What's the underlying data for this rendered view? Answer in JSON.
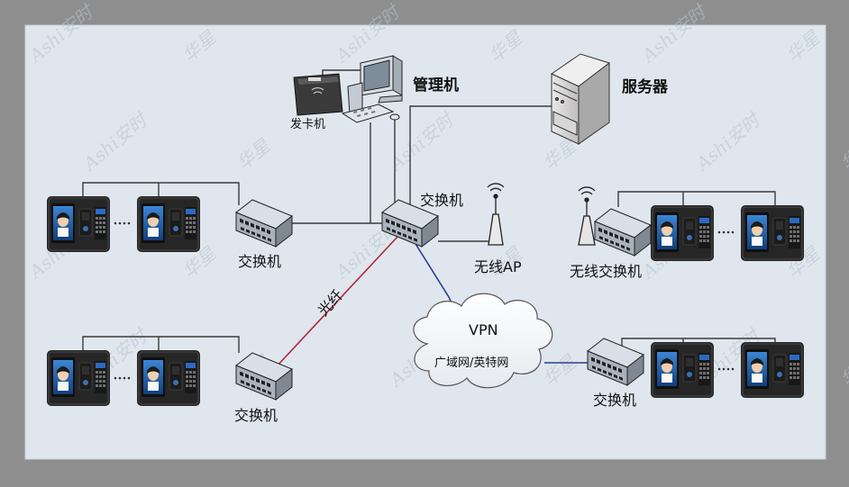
{
  "labels": {
    "manager_pc": "管理机",
    "server": "服务器",
    "card_issuer": "发卡机",
    "switch_center": "交换机",
    "switch_left_top": "交换机",
    "switch_left_bottom": "交换机",
    "switch_right_bottom": "交换机",
    "wireless_ap": "无线AP",
    "wireless_switch": "无线交换机",
    "vpn": "VPN",
    "wan": "广域网/英特网",
    "fiber": "光纤"
  },
  "watermark": {
    "brand_latin": "Ashi",
    "brand_cn": "安时",
    "brand_cn2": "华星"
  },
  "colors": {
    "frame": "#8e8e8e",
    "canvas": "#dfe6ee",
    "line": "#3a3a3a",
    "fiber": "#b0283a",
    "vpn_line": "#2b3d8f",
    "device_body": "#2a2a2a",
    "screen": "#1f5fa8"
  }
}
